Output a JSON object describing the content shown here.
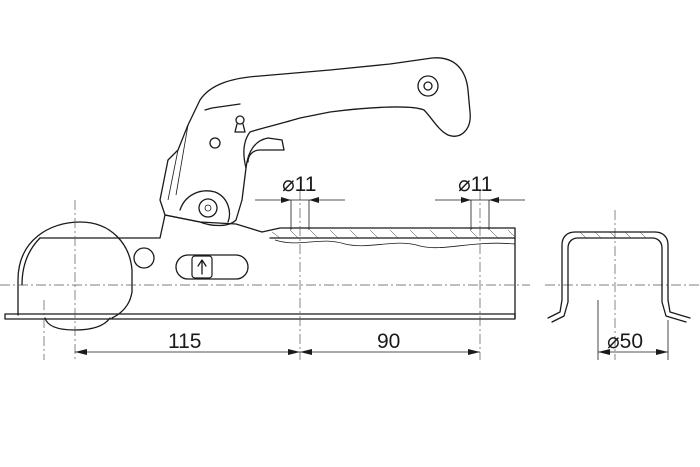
{
  "dimensions": {
    "hole_1": "⌀11",
    "hole_2": "⌀11",
    "ball_to_hole": "115",
    "hole_spacing": "90",
    "tube_diameter": "⌀50"
  }
}
